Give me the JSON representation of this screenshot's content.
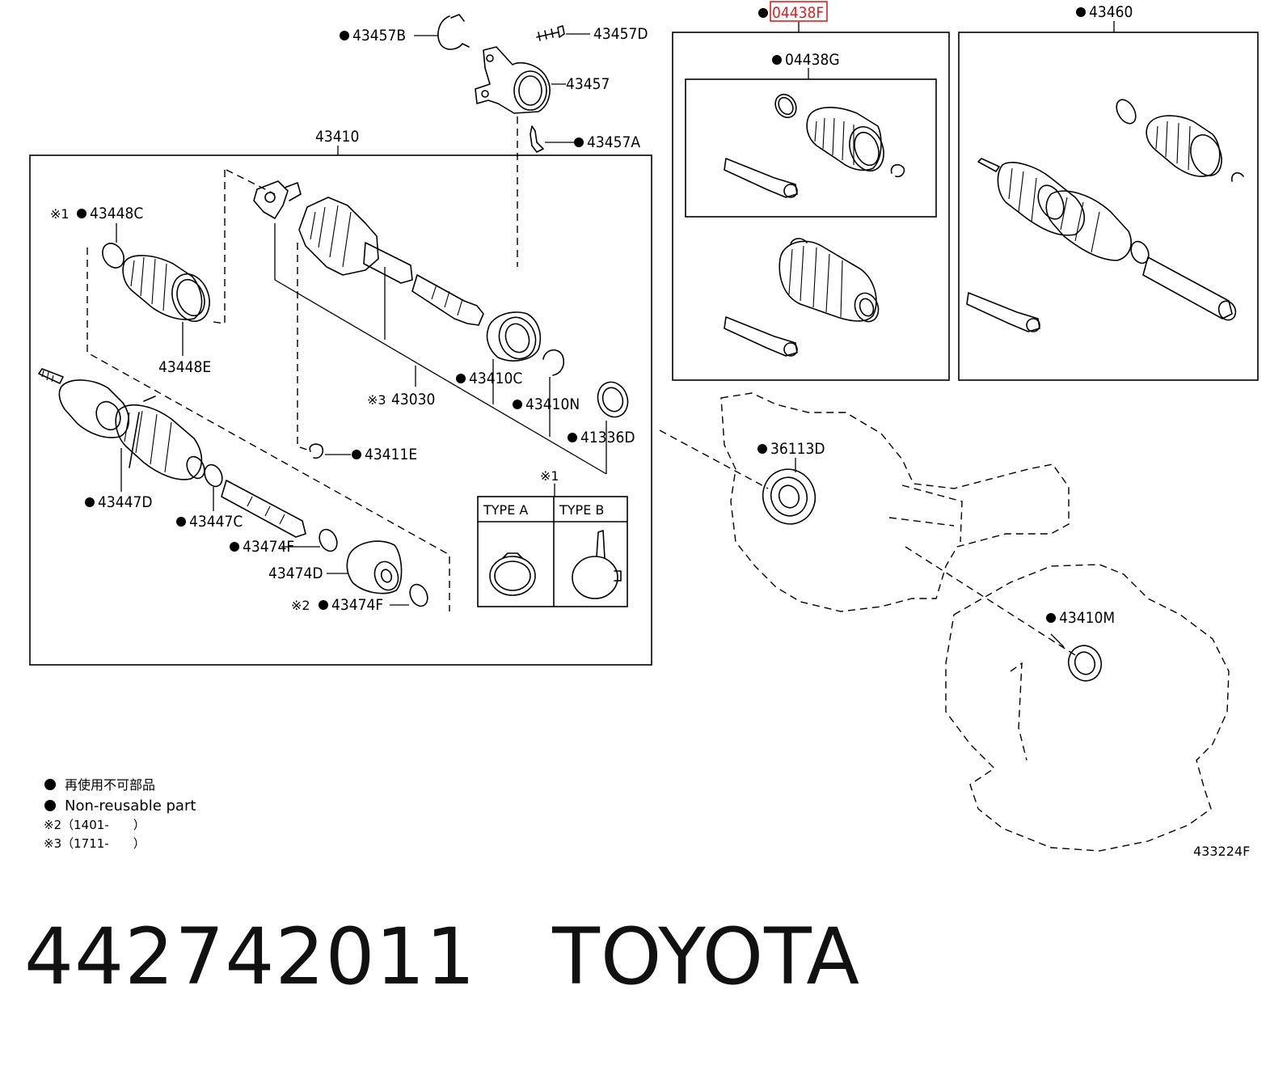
{
  "title": {
    "part_number": "442742011",
    "brand": "TOYOTA"
  },
  "diagram_code": "433224F",
  "group_label": "43410",
  "legend": {
    "line_ja": "再使用不可部品",
    "line_en": "Non-reusable part",
    "note_2": "※2（1401-　　）",
    "note_3": "※3（1711-　　）"
  },
  "clamp_types": {
    "ref": "※1",
    "type_a": "TYPE A",
    "type_b": "TYPE B"
  },
  "callouts": {
    "c04438F": "04438F",
    "c43460": "43460",
    "c04438G": "04438G",
    "c43457B": "43457B",
    "c43457D": "43457D",
    "c43457": "43457",
    "c43457A": "43457A",
    "c43448C": "43448C",
    "c43448C_ref": "※1",
    "c43448E": "43448E",
    "c43030": "43030",
    "c43030_ref": "※3",
    "c43410C": "43410C",
    "c43410N": "43410N",
    "c41336D": "41336D",
    "c43411E": "43411E",
    "c43447D": "43447D",
    "c43447C": "43447C",
    "c43474F_a": "43474F",
    "c43474D": "43474D",
    "c43474F_b": "43474F",
    "c43474F_b_ref": "※2",
    "c36113D": "36113D",
    "c43410M": "43410M"
  },
  "highlight_color": "#e02020"
}
